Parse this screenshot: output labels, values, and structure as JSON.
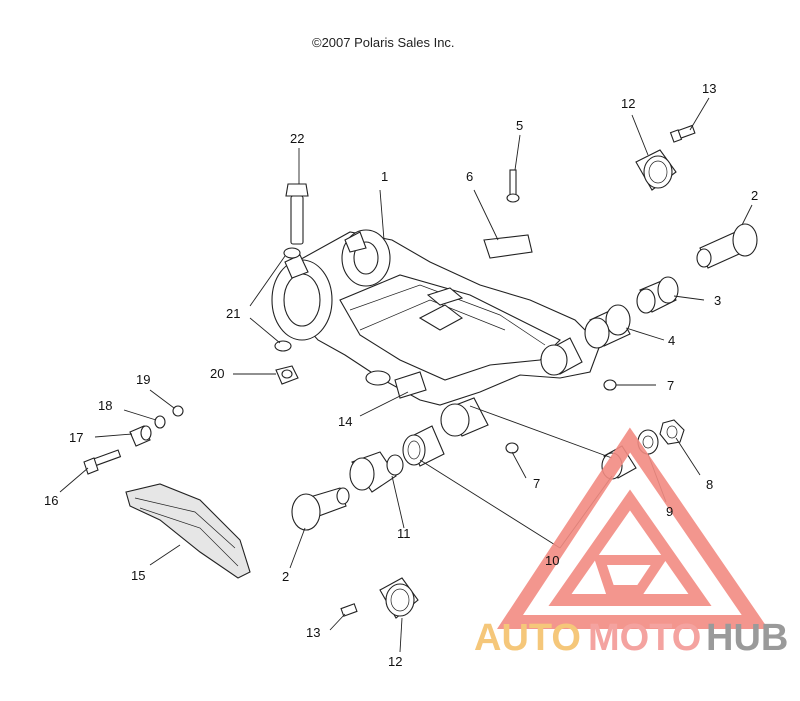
{
  "copyright": "©2007 Polaris Sales Inc.",
  "callouts": {
    "c1": "1",
    "c2a": "2",
    "c2b": "2",
    "c3": "3",
    "c4": "4",
    "c5": "5",
    "c6": "6",
    "c7a": "7",
    "c7b": "7",
    "c8": "8",
    "c9": "9",
    "c10": "10",
    "c11": "11",
    "c12a": "12",
    "c12b": "12",
    "c13a": "13",
    "c13b": "13",
    "c14": "14",
    "c15": "15",
    "c16": "16",
    "c17": "17",
    "c18": "18",
    "c19": "19",
    "c20": "20",
    "c21": "21",
    "c22": "22"
  },
  "watermark": {
    "part1": "AUTO",
    "part2": "MOTO",
    "part3": "HUB",
    "color1": "#f5c77a",
    "color2": "#f4a3a0",
    "color3": "#9a9a9a",
    "logo_color": "#f28b82"
  }
}
